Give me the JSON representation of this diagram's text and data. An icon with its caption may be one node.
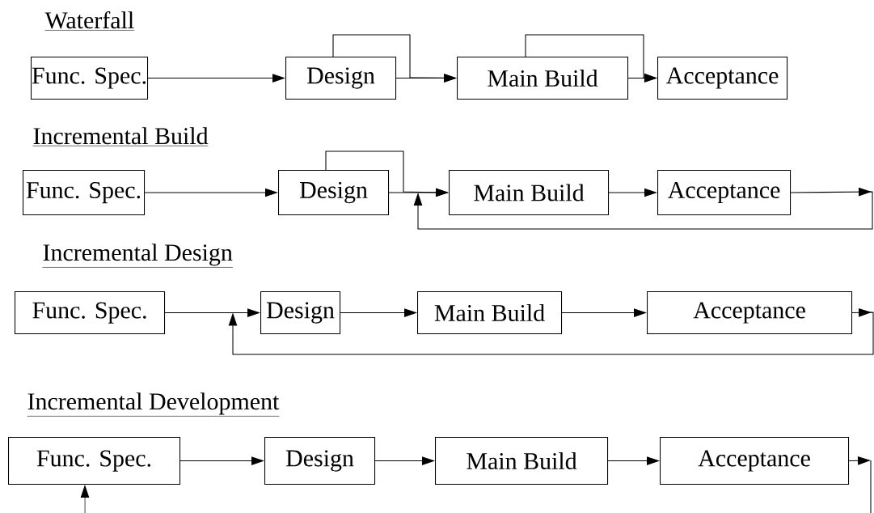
{
  "diagram": {
    "nodes": [
      {
        "text": [
          "Func. Spec."
        ]
      },
      {
        "text": [
          "Design"
        ]
      },
      {
        "text": [
          "Main Build"
        ]
      },
      {
        "text": [
          "Acceptance"
        ]
      },
      {
        "text": [
          "Func. Spec."
        ]
      },
      {
        "text": [
          "Design"
        ]
      },
      {
        "text": [
          "Main Build"
        ]
      },
      {
        "text": [
          "Acceptance"
        ]
      },
      {
        "text": [
          "Func. Spec."
        ]
      },
      {
        "text": [
          "Design"
        ]
      },
      {
        "text": [
          "Main Build"
        ]
      },
      {
        "text": [
          "Acceptance"
        ]
      },
      {
        "text": [
          "Func. Spec."
        ]
      },
      {
        "text": [
          "Design"
        ]
      },
      {
        "text": [
          "Main Build"
        ]
      },
      {
        "text": [
          "Acceptance"
        ]
      }
    ],
    "edges": [
      {
        "from": 0,
        "to": 1,
        "arrow": "to"
      },
      {
        "from": 1,
        "to": 2,
        "arrow": "to"
      },
      {
        "from": 2,
        "to": 3,
        "arrow": "to"
      },
      {
        "from": 1,
        "to": 2,
        "arrow": "to"
      },
      {
        "from": 2,
        "to": 3,
        "arrow": "to"
      },
      {
        "from": 4,
        "to": 5,
        "arrow": "to"
      },
      {
        "from": 5,
        "to": 6,
        "arrow": "to"
      },
      {
        "from": 6,
        "to": 7,
        "arrow": "to"
      },
      {
        "from": 5,
        "to": 6,
        "arrow": "to"
      },
      {
        "from": 7,
        "to": 6,
        "arrow": "to"
      },
      {
        "from": 8,
        "to": 9,
        "arrow": "to"
      },
      {
        "from": 9,
        "to": 10,
        "arrow": "to"
      },
      {
        "from": 10,
        "to": 11,
        "arrow": "to"
      },
      {
        "from": 11,
        "to": 9,
        "arrow": "to"
      },
      {
        "from": 12,
        "to": 13,
        "arrow": "to"
      },
      {
        "from": 13,
        "to": 14,
        "arrow": "to"
      },
      {
        "from": 14,
        "to": 15,
        "arrow": "to"
      },
      {
        "from": 15,
        "to": null,
        "arrow": "to"
      },
      {
        "from": null,
        "to": 12,
        "arrow": "to"
      }
    ],
    "labels": [
      "Waterfall",
      "Incremental Build",
      "Incremental Design",
      "Incremental Development"
    ]
  }
}
